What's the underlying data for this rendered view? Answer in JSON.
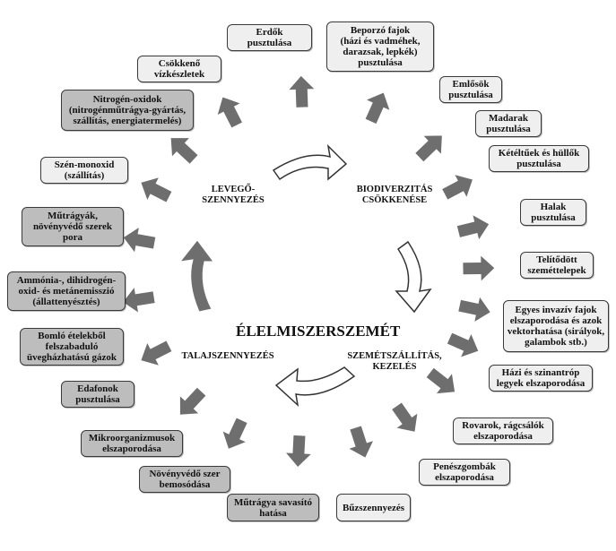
{
  "title": "ÉLELMISZERSZEMÉT",
  "inner_labels": {
    "air": "LEVEGŐ-\nSZENNYEZÉS",
    "biodiversity": "BIODIVERZITÁS\nCSÖKKENÉSE",
    "transport": "SZEMÉTSZÁLLÍTÁS,\nKEZELÉS",
    "soil": "TALAJSZENNYEZÉS"
  },
  "boxes": {
    "erdok": "Erdők\npusztulása",
    "csokkeno": "Csökkenő\nvízkészletek",
    "nitrogen": "Nitrogén-oxidok\n(nitrogénműtrágya-gyártás,\nszállítás, energiatermelés)",
    "szenmonoxid": "Szén-monoxid\n(szállítás)",
    "mutragyak": "Műtrágyák,\nnövényvédő szerek\npora",
    "ammonia": "Ammónia-, dihidrogén-\noxid- és metánemisszió\n(állattenyésztés)",
    "bomlo": "Bomló ételekből\nfelszabaduló\nüvegházhatású gázok",
    "edafonok": "Edafonok\npusztulása",
    "mikroorg": "Mikroorganizmusok\nelszaporodása",
    "novenyvedo": "Növényvédő szer\nbemosódása",
    "mutragya_sav": "Műtrágya savasító\nhatása",
    "buzszennyezes": "Bűzszennyezés",
    "beporzo": "Beporzó fajok\n(házi és vadméhek,\ndarazsak, lepkék)\npusztulása",
    "emlosok": "Emlősök\npusztulása",
    "madarak": "Madarak\npusztulása",
    "keteltuek": "Kétéltűek és hüllők\npusztulása",
    "halak": "Halak\npusztulása",
    "telitodott": "Telítődött\nszeméttelepek",
    "invaziv": "Egyes invazív fajok\nelszaporodása és azok\nvektorhatása (sirályok,\ngalambok stb.)",
    "hazi": "Házi és szinantróp\nlegyek elszaporodása",
    "rovarok": "Rovarok, rágcsálók\nelszaporodása",
    "peneszgombak": "Penészgombák\nelszaporodása"
  },
  "colors": {
    "box_light": "#efefef",
    "box_dark": "#bdbdbd",
    "arrow_dark": "#6e6e6e",
    "arrow_outline": "#ffffff"
  },
  "icons": {
    "photo": "landfill-photo"
  }
}
